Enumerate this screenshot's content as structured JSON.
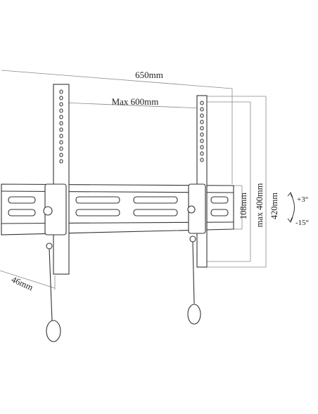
{
  "dimensions": {
    "width_label": "650mm",
    "spacing_label": "Max 600mm",
    "rail_height_label": "108mm",
    "vesa_height_label": "max 400mm",
    "total_height_label": "420mm",
    "depth_label": "46mm"
  },
  "tilt": {
    "up_label": "+3°",
    "down_label": "-15°"
  },
  "colors": {
    "line": "#333333",
    "dim_line": "#777777"
  }
}
